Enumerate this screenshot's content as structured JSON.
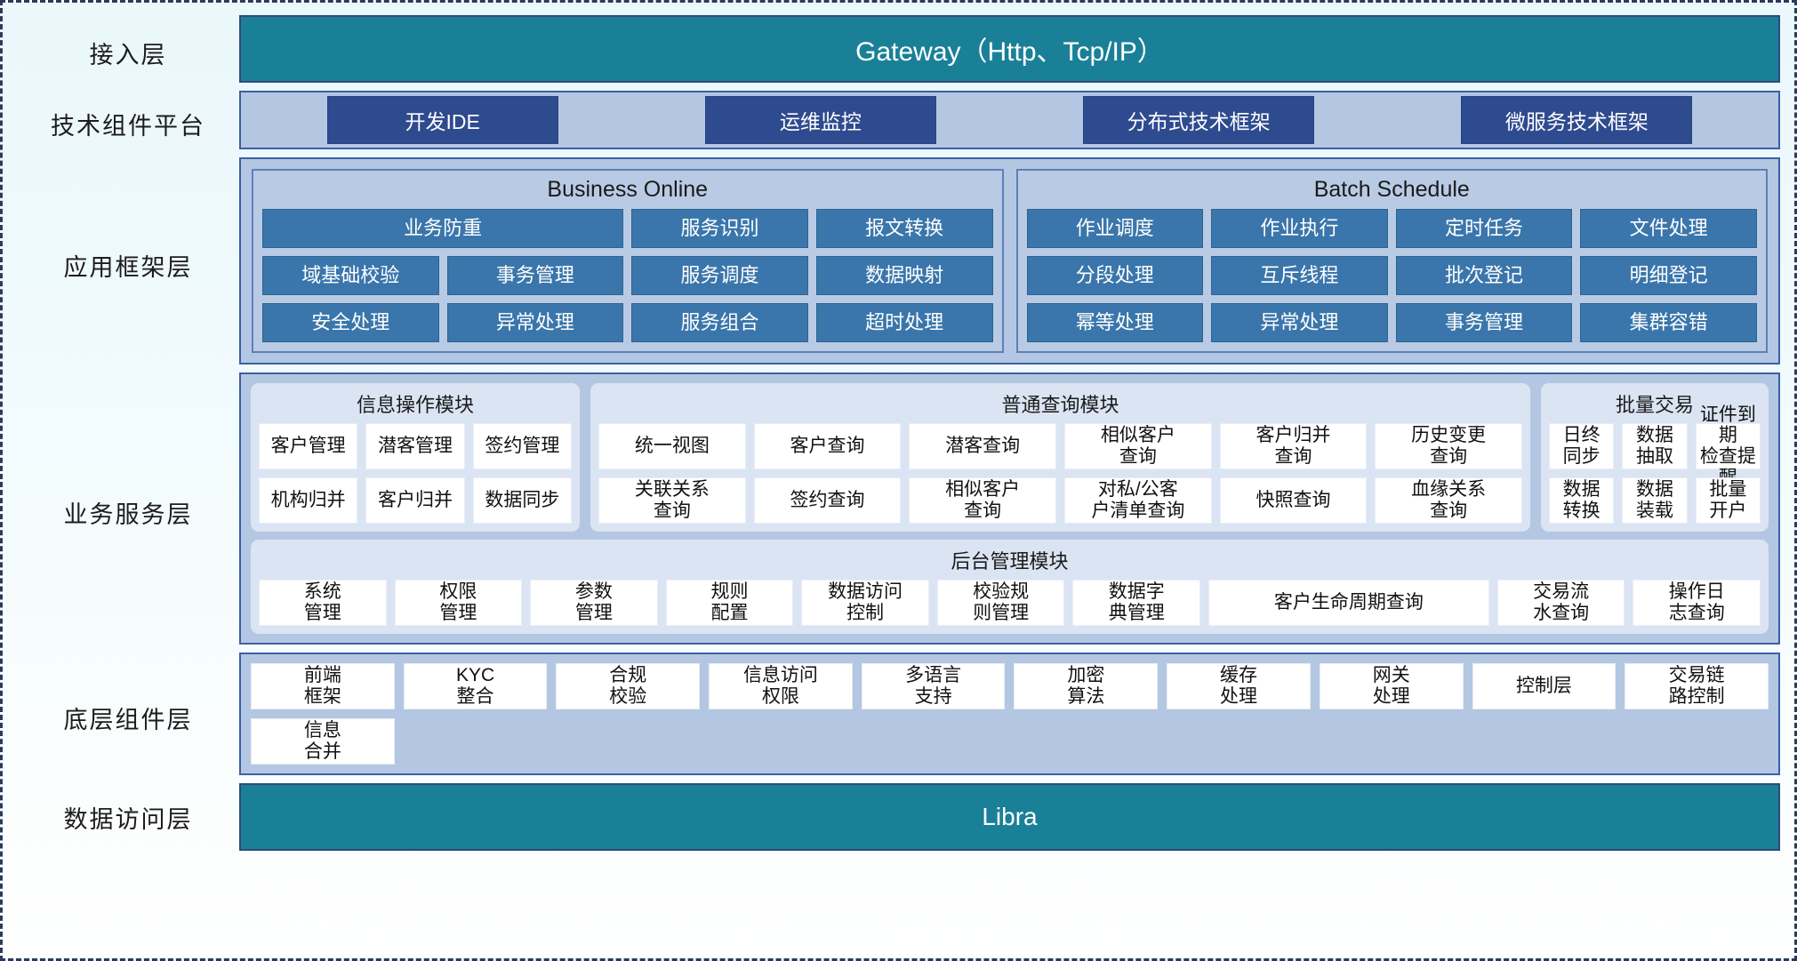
{
  "layers": [
    {
      "key": "access",
      "label": "接入层"
    },
    {
      "key": "tech",
      "label": "技术组件平台"
    },
    {
      "key": "appframe",
      "label": "应用框架层"
    },
    {
      "key": "bizsvc",
      "label": "业务服务层"
    },
    {
      "key": "basecomp",
      "label": "底层组件层"
    },
    {
      "key": "dataacc",
      "label": "数据访问层"
    }
  ],
  "access_layer": {
    "banner": "Gateway（Http、Tcp/IP）"
  },
  "tech_platform": {
    "items": [
      "开发IDE",
      "运维监控",
      "分布式技术框架",
      "微服务技术框架"
    ]
  },
  "app_framework": {
    "business_online": {
      "title": "Business Online",
      "cells": [
        {
          "label": "业务防重",
          "span": 2
        },
        {
          "label": "服务识别",
          "span": 1
        },
        {
          "label": "报文转换",
          "span": 1
        },
        {
          "label": "域基础校验",
          "span": 1
        },
        {
          "label": "事务管理",
          "span": 1
        },
        {
          "label": "服务调度",
          "span": 1
        },
        {
          "label": "数据映射",
          "span": 1
        },
        {
          "label": "安全处理",
          "span": 1
        },
        {
          "label": "异常处理",
          "span": 1
        },
        {
          "label": "服务组合",
          "span": 1
        },
        {
          "label": "超时处理",
          "span": 1
        }
      ]
    },
    "batch_schedule": {
      "title": "Batch Schedule",
      "cells": [
        {
          "label": "作业调度",
          "span": 1
        },
        {
          "label": "作业执行",
          "span": 1
        },
        {
          "label": "定时任务",
          "span": 1
        },
        {
          "label": "文件处理",
          "span": 1
        },
        {
          "label": "分段处理",
          "span": 1
        },
        {
          "label": "互斥线程",
          "span": 1
        },
        {
          "label": "批次登记",
          "span": 1
        },
        {
          "label": "明细登记",
          "span": 1
        },
        {
          "label": "幂等处理",
          "span": 1
        },
        {
          "label": "异常处理",
          "span": 1
        },
        {
          "label": "事务管理",
          "span": 1
        },
        {
          "label": "集群容错",
          "span": 1
        }
      ]
    }
  },
  "business_service": {
    "info_module": {
      "title": "信息操作模块",
      "cells": [
        "客户管理",
        "潜客管理",
        "签约管理",
        "机构归并",
        "客户归并",
        "数据同步"
      ]
    },
    "query_module": {
      "title": "普通查询模块",
      "cells": [
        "统一视图",
        "客户查询",
        "潜客查询",
        "相似客户\n查询",
        "客户归并\n查询",
        "历史变更\n查询",
        "关联关系\n查询",
        "签约查询",
        "相似客户\n查询",
        "对私/公客\n户清单查询",
        "快照查询",
        "血缘关系\n查询"
      ]
    },
    "batch_module": {
      "title": "批量交易",
      "cells": [
        "日终\n同步",
        "数据\n抽取",
        "证件到期\n检查提醒",
        "数据\n转换",
        "数据\n装载",
        "批量\n开户"
      ]
    },
    "admin_module": {
      "title": "后台管理模块",
      "cells": [
        {
          "label": "系统\n管理",
          "wide": false
        },
        {
          "label": "权限\n管理",
          "wide": false
        },
        {
          "label": "参数\n管理",
          "wide": false
        },
        {
          "label": "规则\n配置",
          "wide": false
        },
        {
          "label": "数据访问\n控制",
          "wide": false
        },
        {
          "label": "校验规\n则管理",
          "wide": false
        },
        {
          "label": "数据字\n典管理",
          "wide": false
        },
        {
          "label": "客户生命周期查询",
          "wide": true
        },
        {
          "label": "交易流\n水查询",
          "wide": false
        },
        {
          "label": "操作日\n志查询",
          "wide": false
        }
      ]
    }
  },
  "base_components": {
    "cells": [
      "前端\n框架",
      "KYC\n整合",
      "合规\n校验",
      "信息访问\n权限",
      "多语言\n支持",
      "加密\n算法",
      "缓存\n处理",
      "网关\n处理",
      "控制层",
      "交易链\n路控制",
      "信息\n合并"
    ]
  },
  "data_access": {
    "banner": "Libra"
  },
  "colors": {
    "teal": "#1a8097",
    "panel_blue": "#b4c7e2",
    "cell_blue": "#3a76ab",
    "tech_btn": "#2f4b8f",
    "module_bg": "#dbe4f3",
    "border_blue": "#3c5fa5"
  }
}
